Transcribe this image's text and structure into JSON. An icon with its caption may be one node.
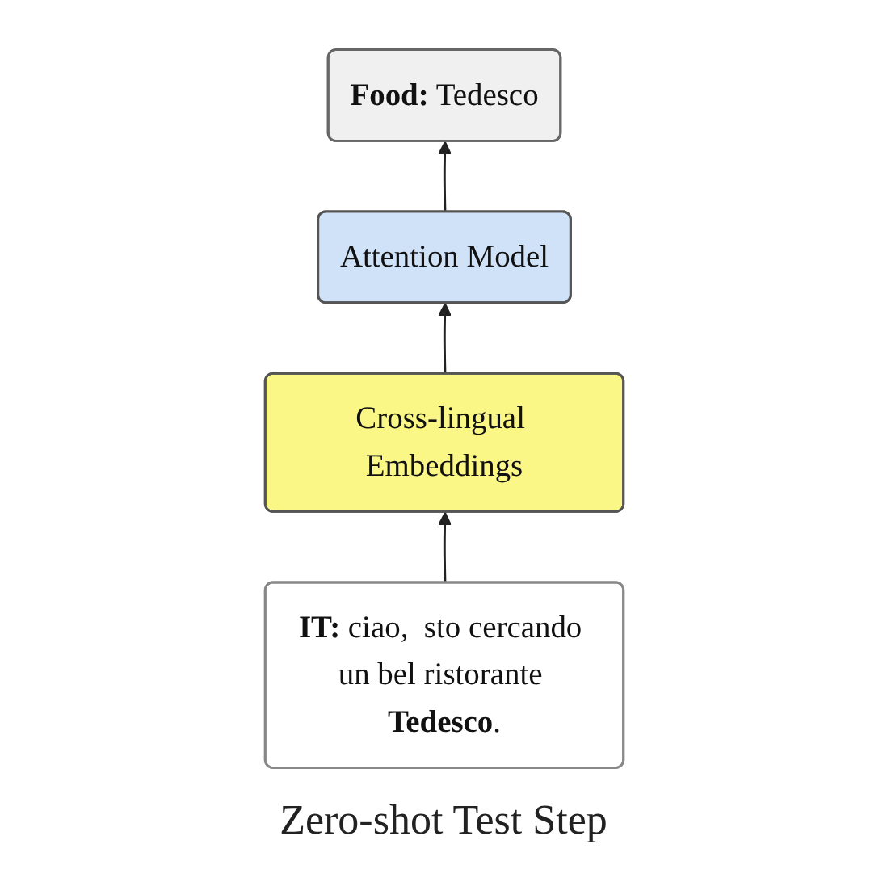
{
  "diagram": {
    "caption": "Zero-shot Test Step",
    "nodes": [
      {
        "text": [
          "**Food:** Tedesco"
        ]
      },
      {
        "text": [
          "Attention Model"
        ]
      },
      {
        "text": [
          "Cross-lingual Embeddings"
        ]
      },
      {
        "text": [
          "**IT:** ciao,  sto cercando un bel ristorante **Tedesco**."
        ]
      }
    ],
    "edges": [
      {
        "from": 3,
        "to": 2,
        "arrow": "to"
      },
      {
        "from": 2,
        "to": 1,
        "arrow": "to"
      },
      {
        "from": 1,
        "to": 0,
        "arrow": "to"
      }
    ]
  }
}
